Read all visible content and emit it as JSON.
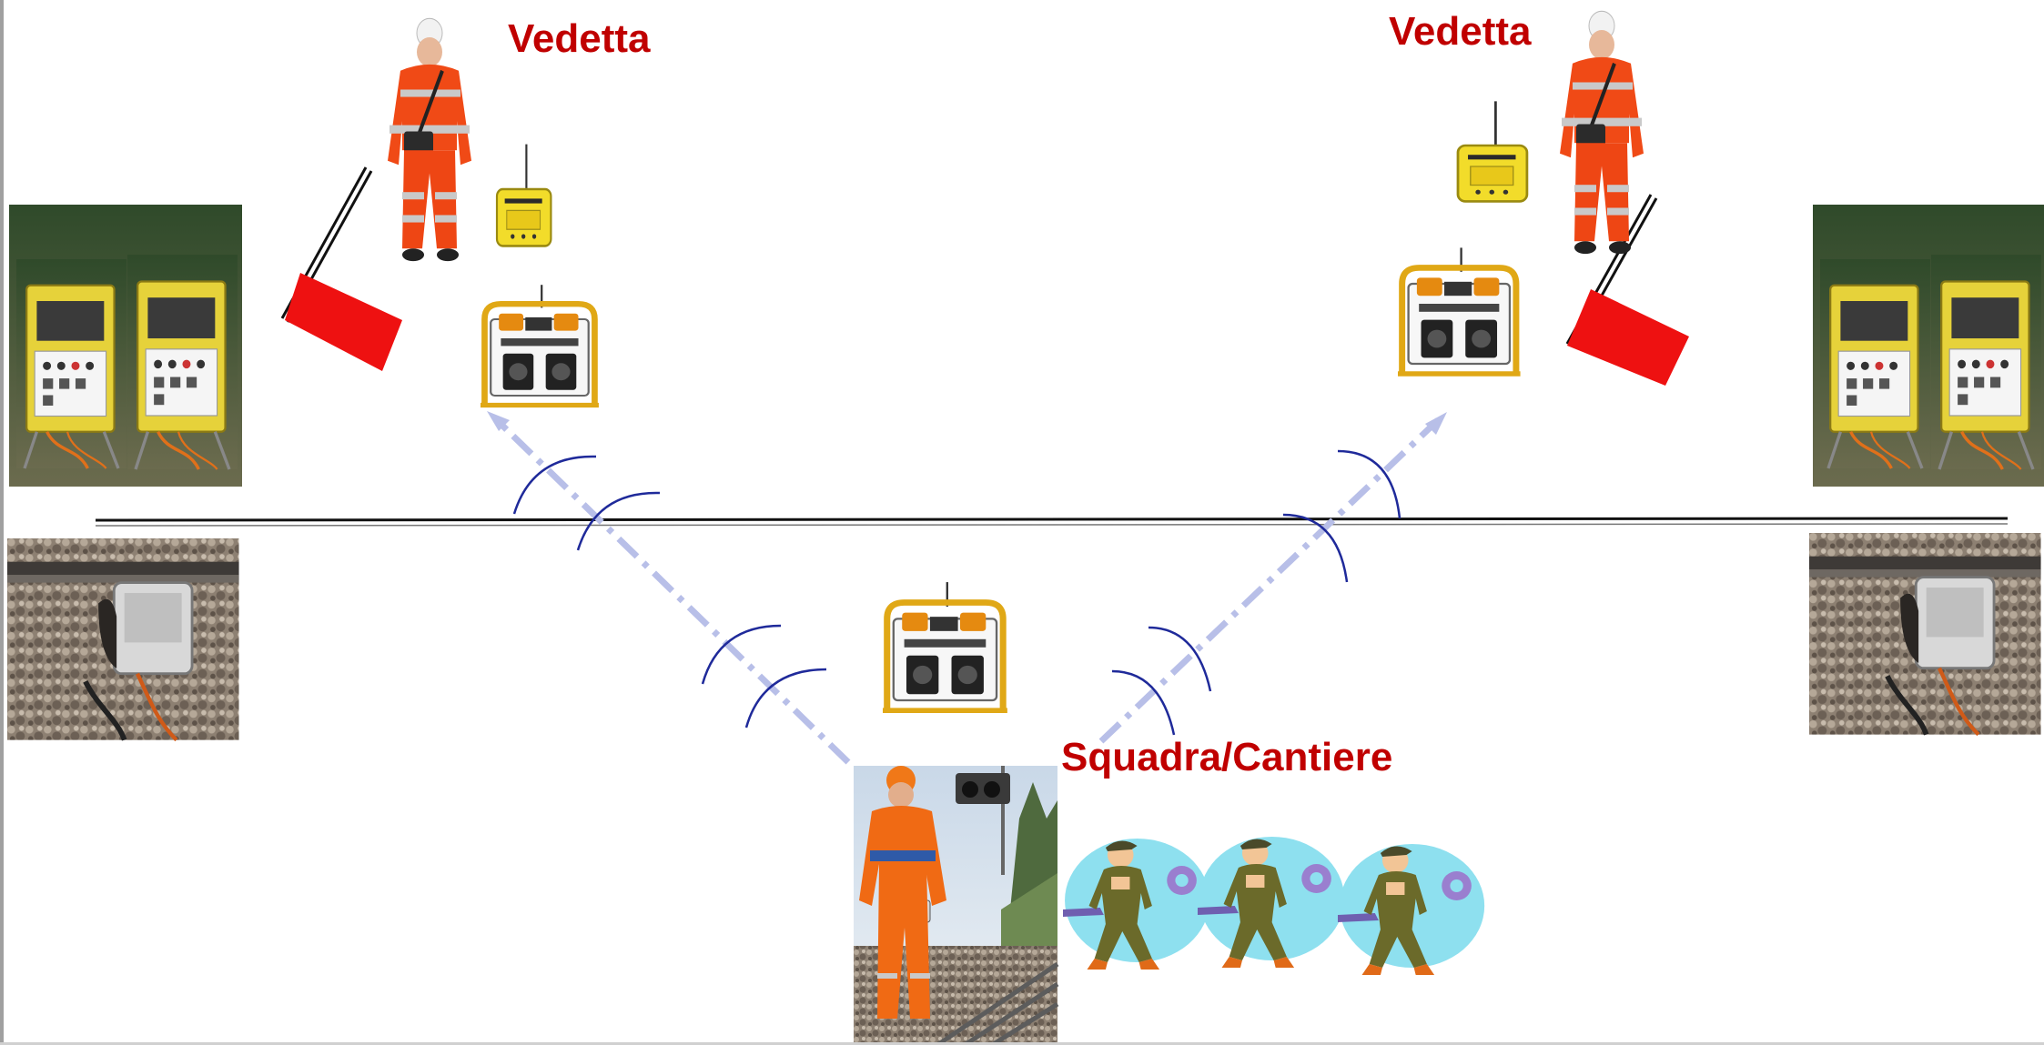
{
  "labels": {
    "lookout_left": "Vedetta",
    "lookout_right": "Vedetta",
    "team": "Squadra/Cantiere"
  },
  "colors": {
    "label": "#c00000",
    "link_line": "#b8bfe8",
    "wave": "#1f2a9a",
    "hi_vis_orange": "#f04a16",
    "flag_red": "#ee1111",
    "device_yellow": "#f2dc2a"
  },
  "icons": [
    "lookout-worker-left-photo",
    "lookout-worker-right-photo",
    "red-flag-icon",
    "handheld-radio-icon",
    "warning-siren-unit-icon",
    "trackside-control-cabinet-photo",
    "track-sensor-photo",
    "team-worker-photo",
    "mechanic-clipart-icon"
  ]
}
